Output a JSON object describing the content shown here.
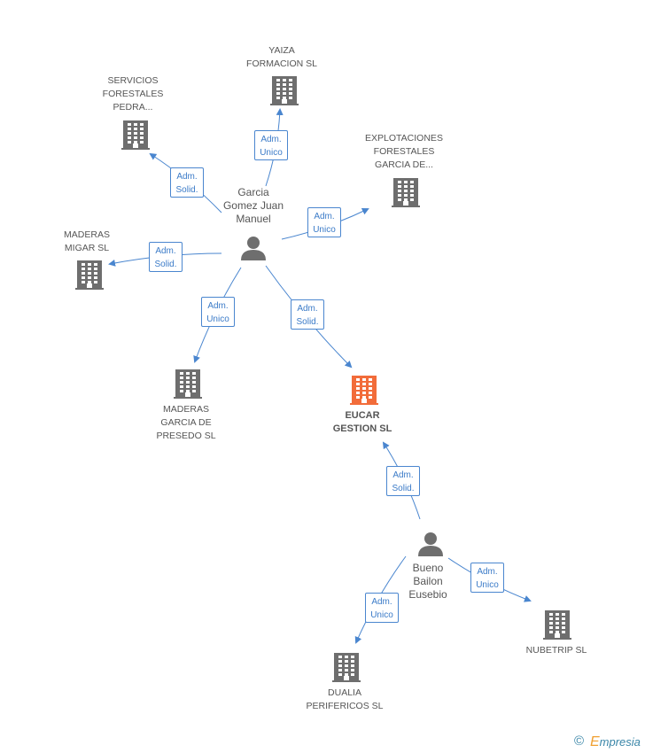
{
  "colors": {
    "edge": "#4a86cf",
    "company_icon": "#6e6e6e",
    "focus_icon": "#f26c3a",
    "person_icon": "#6e6e6e"
  },
  "persons": [
    {
      "id": "garcia",
      "label": "Garcia\nGomez Juan\nManuel",
      "icon": "person-icon"
    },
    {
      "id": "bueno",
      "label": "Bueno\nBailon\nEusebio",
      "icon": "person-icon"
    }
  ],
  "companies": [
    {
      "id": "yaiza",
      "label": "YAIZA\nFORMACION SL",
      "icon": "building-icon"
    },
    {
      "id": "servicios",
      "label": "SERVICIOS\nFORESTALES\nPEDRA...",
      "icon": "building-icon"
    },
    {
      "id": "explotaciones",
      "label": "EXPLOTACIONES\nFORESTALES\nGARCIA DE...",
      "icon": "building-icon"
    },
    {
      "id": "maderas_migar",
      "label": "MADERAS\nMIGAR SL",
      "icon": "building-icon"
    },
    {
      "id": "maderas_garcia",
      "label": "MADERAS\nGARCIA DE\nPRESEDO SL",
      "icon": "building-icon"
    },
    {
      "id": "eucar",
      "label": "EUCAR\nGESTION SL",
      "icon": "building-icon",
      "focus": true
    },
    {
      "id": "nubetrip",
      "label": "NUBETRIP  SL",
      "icon": "building-icon"
    },
    {
      "id": "dualia",
      "label": "DUALIA\nPERIFERICOS SL",
      "icon": "building-icon"
    }
  ],
  "edges": [
    {
      "from": "garcia",
      "to": "yaiza",
      "label": "Adm.\nUnico"
    },
    {
      "from": "garcia",
      "to": "servicios",
      "label": "Adm.\nSolid."
    },
    {
      "from": "garcia",
      "to": "explotaciones",
      "label": "Adm.\nUnico"
    },
    {
      "from": "garcia",
      "to": "maderas_migar",
      "label": "Adm.\nSolid."
    },
    {
      "from": "garcia",
      "to": "maderas_garcia",
      "label": "Adm.\nUnico"
    },
    {
      "from": "garcia",
      "to": "eucar",
      "label": "Adm.\nSolid."
    },
    {
      "from": "bueno",
      "to": "eucar",
      "label": "Adm.\nSolid."
    },
    {
      "from": "bueno",
      "to": "nubetrip",
      "label": "Adm.\nUnico"
    },
    {
      "from": "bueno",
      "to": "dualia",
      "label": "Adm.\nUnico"
    }
  ],
  "footer": {
    "copyright": "©",
    "brand_first": "E",
    "brand_rest": "mpresia"
  }
}
